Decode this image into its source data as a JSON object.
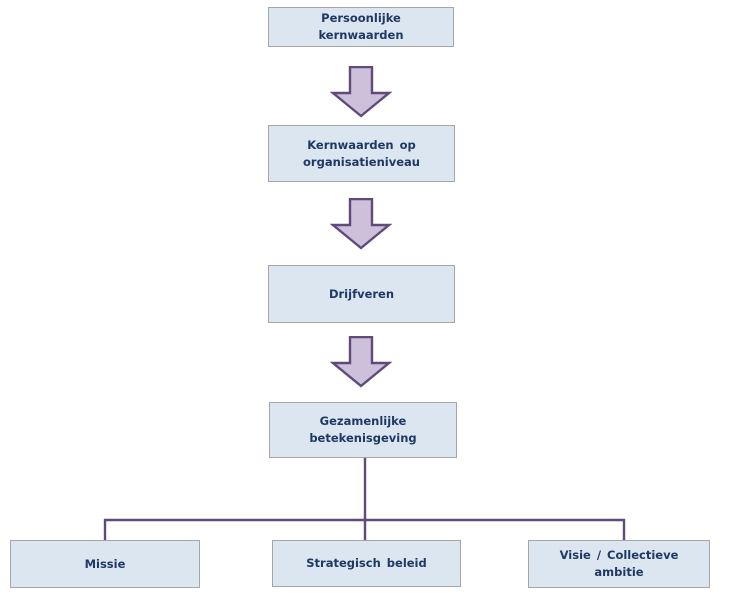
{
  "diagram": {
    "type": "flowchart",
    "direction": "top-down",
    "nodes": {
      "persoonlijke": {
        "label": "Persoonlijke kernwaarden"
      },
      "kernwaarden_org": {
        "label": "Kernwaarden op organisatieniveau"
      },
      "drijfveren": {
        "label": "Drijfveren"
      },
      "gezamenlijke": {
        "label": "Gezamenlijke betekenisgeving"
      },
      "missie": {
        "label": "Missie"
      },
      "strategisch": {
        "label": "Strategisch beleid"
      },
      "visie": {
        "label": "Visie / Collectieve ambitie"
      }
    },
    "flow": [
      [
        "persoonlijke",
        "kernwaarden_org"
      ],
      [
        "kernwaarden_org",
        "drijfveren"
      ],
      [
        "drijfveren",
        "gezamenlijke"
      ],
      [
        "gezamenlijke",
        "missie"
      ],
      [
        "gezamenlijke",
        "strategisch"
      ],
      [
        "gezamenlijke",
        "visie"
      ]
    ],
    "colors": {
      "box_fill": "#dce6f1",
      "box_border": "#a6a6a6",
      "text_color": "#1f3864",
      "arrow_fill": "#ccc0da",
      "arrow_border": "#604a7b",
      "connector": "#604a7b",
      "bg": "#ffffff"
    }
  }
}
